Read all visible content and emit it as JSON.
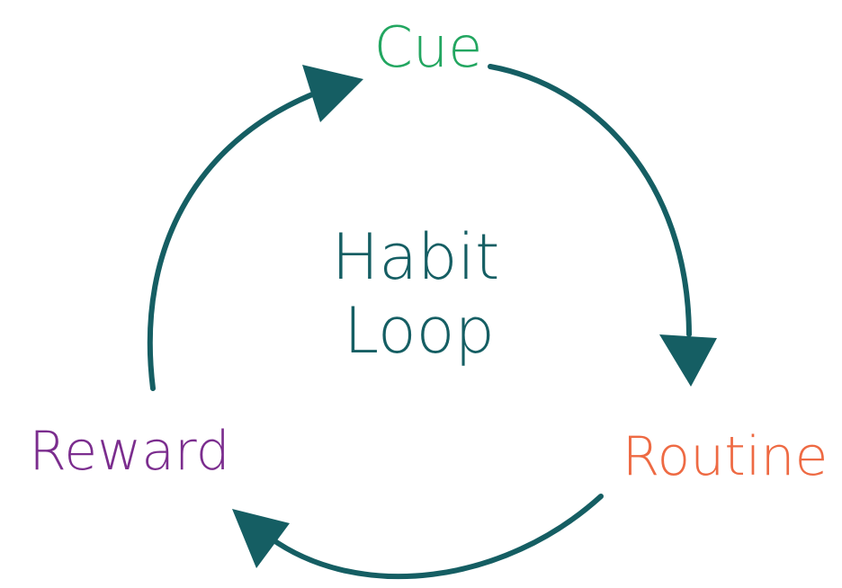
{
  "center": {
    "line1": "Habit",
    "line2": "Loop"
  },
  "nodes": {
    "cue": "Cue",
    "routine": "Routine",
    "reward": "Reward"
  },
  "colors": {
    "arrow": "#155E63",
    "center_text": "#155E63",
    "cue": "#22A660",
    "routine": "#EE6A43",
    "reward": "#7B2D8E",
    "background": "#FFFFFF"
  }
}
